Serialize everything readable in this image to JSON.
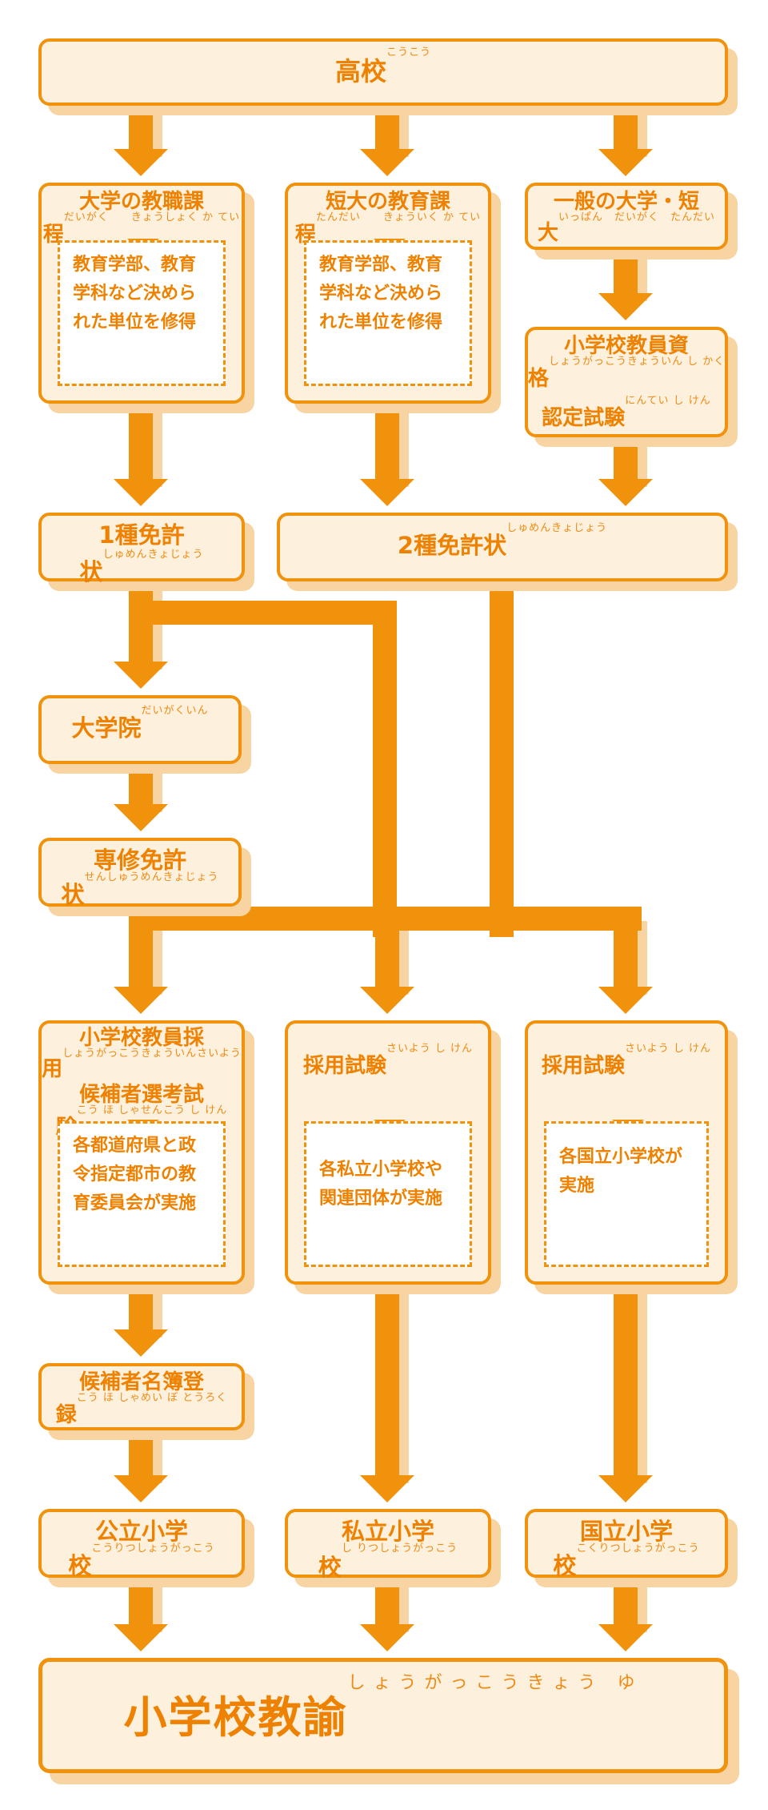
{
  "colors": {
    "accent": "#f0920c",
    "box_fill": "#fdf0dd",
    "shadow": "#f8d4a2",
    "text": "#ee8200"
  },
  "nodes": {
    "koukou": {
      "label": "高校",
      "ruby": "こうこう"
    },
    "daigaku_kyoshoku": {
      "label": "大学の教職課程",
      "ruby": "だいがく　　きょうしょく か てい",
      "details": [
        "教育学部、教育",
        "学科など決めら",
        "れた単位を修得"
      ]
    },
    "tandai_kyoiku": {
      "label": "短大の教育課程",
      "ruby": "たんだい　　きょういく か てい",
      "details": [
        "教育学部、教育",
        "学科など決めら",
        "れた単位を修得"
      ]
    },
    "ippan": {
      "label": "一般の大学・短大",
      "ruby": "いっぱん　だいがく　たんだい"
    },
    "shikaku": {
      "label_1": "小学校教員資格",
      "ruby_1": "しょうがっこうきょういん し かく",
      "label_2": "認定試験",
      "ruby_2": "にんてい し けん"
    },
    "menkyo1": {
      "label": "1種免許状",
      "ruby": "しゅめんきょじょう"
    },
    "menkyo2": {
      "label": "2種免許状",
      "ruby": "しゅめんきょじょう"
    },
    "daigakuin": {
      "label": "大学院",
      "ruby": "だいがくいん"
    },
    "senshu": {
      "label": "専修免許状",
      "ruby": "せんしゅうめんきょじょう"
    },
    "senkou": {
      "label_1": "小学校教員採用",
      "ruby_1": "しょうがっこうきょういんさいよう",
      "label_2": "候補者選考試験",
      "ruby_2": "こう ほ しゃせんこう し けん",
      "details": [
        "各都道府県と政",
        "令指定都市の教",
        "育委員会が実施"
      ]
    },
    "saiyou_shiritsu": {
      "label": "採用試験",
      "ruby": "さいよう し けん",
      "details": [
        "各私立小学校や",
        "関連団体が実施"
      ]
    },
    "saiyou_kokuritsu": {
      "label": "採用試験",
      "ruby": "さいよう し けん",
      "details": [
        "各国立小学校が",
        "実施"
      ]
    },
    "meibo": {
      "label": "候補者名簿登録",
      "ruby": "こう ほ しゃめい ぼ とうろく"
    },
    "kouritsu": {
      "label": "公立小学校",
      "ruby": "こうりつしょうがっこう"
    },
    "shiritsu": {
      "label": "私立小学校",
      "ruby": "し りつしょうがっこう"
    },
    "kokuritsu": {
      "label": "国立小学校",
      "ruby": "こくりつしょうがっこう"
    },
    "kyoyu": {
      "label": "小学校教諭",
      "ruby": "しょうがっこうきょう ゆ"
    }
  }
}
